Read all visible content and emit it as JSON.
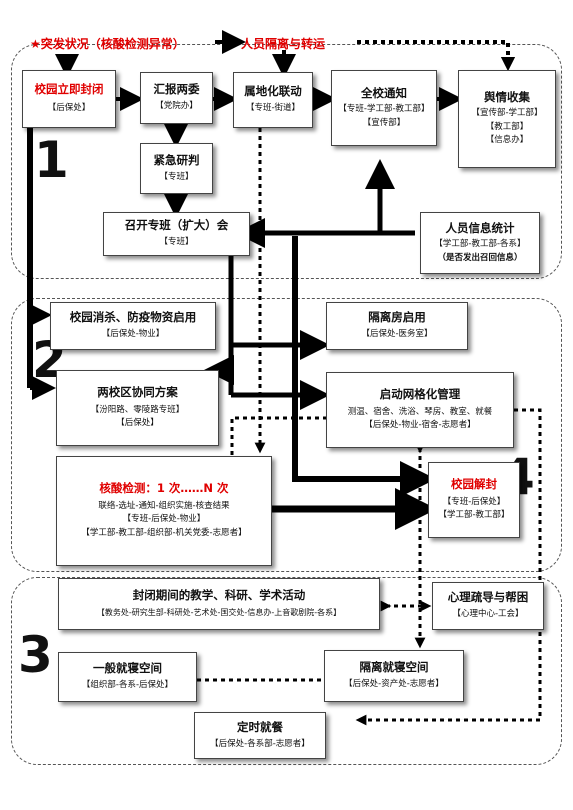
{
  "top": {
    "emergency": "★突发状况（核酸检测异常）",
    "isolation": "人员隔离与转运"
  },
  "section_numbers": [
    "1",
    "2",
    "3",
    "4"
  ],
  "boxes": {
    "campus_lockdown": {
      "title": "校园立即封闭",
      "sub": [
        "【后保处】"
      ]
    },
    "report": {
      "title": "汇报两委",
      "sub": [
        "【党院办】"
      ]
    },
    "territorial": {
      "title": "属地化联动",
      "sub": [
        "【专班-街道】"
      ]
    },
    "notice": {
      "title": "全校通知",
      "sub": [
        "【专班-学工部-教工部】",
        "【宣传部】"
      ]
    },
    "opinion": {
      "title": "舆情收集",
      "sub": [
        "【宣传部-学工部】",
        "【教工部】",
        "【信息办】"
      ]
    },
    "research": {
      "title": "紧急研判",
      "sub": [
        "【专班】"
      ]
    },
    "meeting": {
      "title": "召开专班（扩大）会",
      "sub": [
        "【专班】"
      ]
    },
    "personnel": {
      "title": "人员信息统计",
      "sub": [
        "【学工部-教工部-各系】",
        "（是否发出召回信息）"
      ]
    },
    "disinfect": {
      "title": "校园消杀、防疫物资启用",
      "sub": [
        "【后保处-物业】"
      ]
    },
    "isolation_room": {
      "title": "隔离房启用",
      "sub": [
        "【后保处-医务室】"
      ]
    },
    "two_campus": {
      "title": "两校区协同方案",
      "sub": [
        "【汾阳路、零陵路专班】",
        "【后保处】"
      ]
    },
    "grid": {
      "title": "启动网格化管理",
      "sub": [
        "测温、宿舍、洗浴、琴房、教室、就餐",
        "【后保处-物业-宿舍-志愿者】"
      ]
    },
    "testing": {
      "title": "核酸检测：1 次……N 次",
      "sub": [
        "联络-选址-通知-组织实施-核查结果",
        "【专班-后保处-物业】",
        "【学工部-教工部-组织部-机关党委-志愿者】"
      ]
    },
    "unlock": {
      "title": "校园解封",
      "sub": [
        "【专班-后保处】",
        "【学工部-教工部】"
      ]
    },
    "teaching": {
      "title": "封闭期间的教学、科研、学术活动",
      "sub": [
        "【教务处-研究生部-科研处-艺术处-国交处-信息办-上音歌剧院-各系】"
      ]
    },
    "psych": {
      "title": "心理疏导与帮困",
      "sub": [
        "【心理中心-工会】"
      ]
    },
    "general_sleep": {
      "title": "一般就寝空间",
      "sub": [
        "【组织部-各系-后保处】"
      ]
    },
    "isolated_sleep": {
      "title": "隔离就寝空间",
      "sub": [
        "【后保处-资产处-志愿者】"
      ]
    },
    "meals": {
      "title": "定时就餐",
      "sub": [
        "【后保处-各系部-志愿者】"
      ]
    }
  }
}
